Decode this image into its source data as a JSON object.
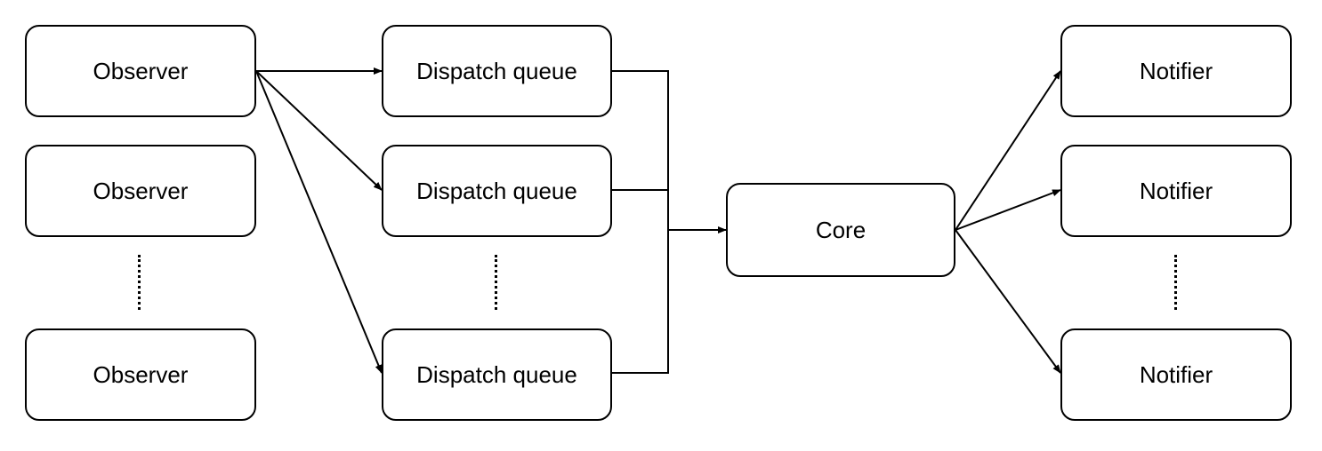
{
  "colors": {
    "stroke": "#000000",
    "background": "#ffffff"
  },
  "observers": [
    {
      "label": "Observer"
    },
    {
      "label": "Observer"
    },
    {
      "label": "Observer"
    }
  ],
  "queues": [
    {
      "label": "Dispatch queue"
    },
    {
      "label": "Dispatch queue"
    },
    {
      "label": "Dispatch queue"
    }
  ],
  "core": {
    "label": "Core"
  },
  "notifiers": [
    {
      "label": "Notifier"
    },
    {
      "label": "Notifier"
    },
    {
      "label": "Notifier"
    }
  ]
}
